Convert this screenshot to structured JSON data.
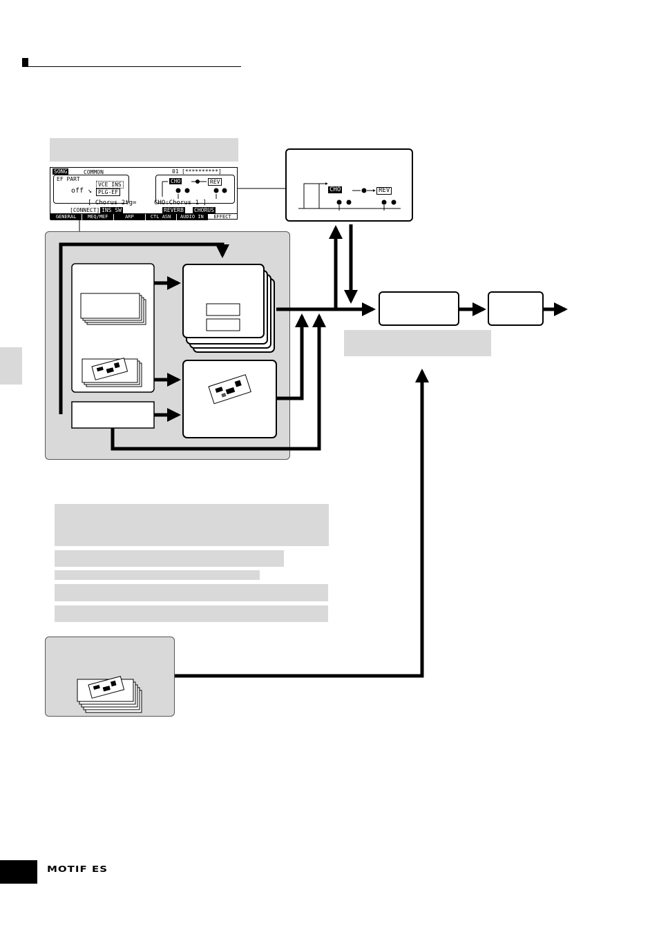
{
  "colors": {
    "panel_gray": "#d9d9d9",
    "lcd_bg": "#ffffff",
    "ink": "#000000"
  },
  "lcd": {
    "mode": "SONG",
    "submode": "COMMON",
    "song_number": "01",
    "song_name": "[**********]",
    "ef_part_label": "EF PART",
    "ef_part_value": "off",
    "route_options": [
      "VCE INS",
      "PLG-EF"
    ],
    "chorus_label": "CHO",
    "reverb_label": "REV",
    "param_line_left": "[ Chorus 2tg=",
    "param_line_right": "CHO:Chorus 1 ]",
    "buttons": [
      "[CONNECT]",
      "INS SW",
      "REVERB",
      "CHORUS"
    ],
    "tabs": [
      "GENERAL",
      "MEQ/MEF",
      "ARP",
      "CTL ASN",
      "AUDIO IN",
      "EFFECT"
    ]
  },
  "callout": {
    "chorus_label": "CHO",
    "reverb_label": "REV"
  },
  "footer": {
    "logo": "MOTIF ES"
  }
}
